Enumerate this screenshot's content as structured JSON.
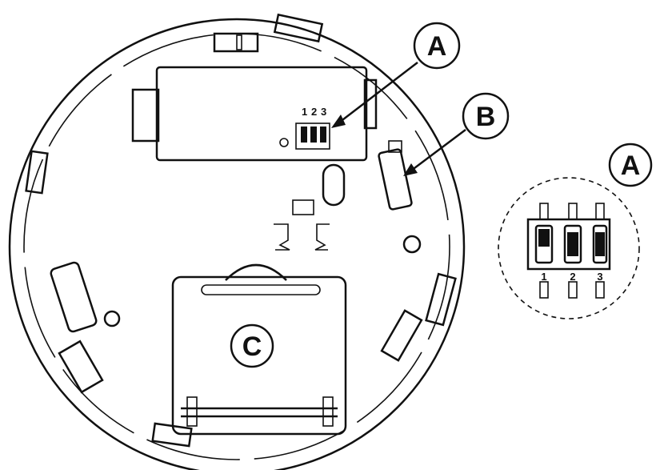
{
  "callouts": {
    "a_main": "A",
    "b": "B",
    "c": "C",
    "a_detail": "A"
  },
  "switch_numbers_main": [
    "1",
    "2",
    "3"
  ],
  "switch_numbers_detail": [
    "1",
    "2",
    "3"
  ],
  "colors": {
    "stroke": "#111111",
    "background": "#ffffff"
  }
}
